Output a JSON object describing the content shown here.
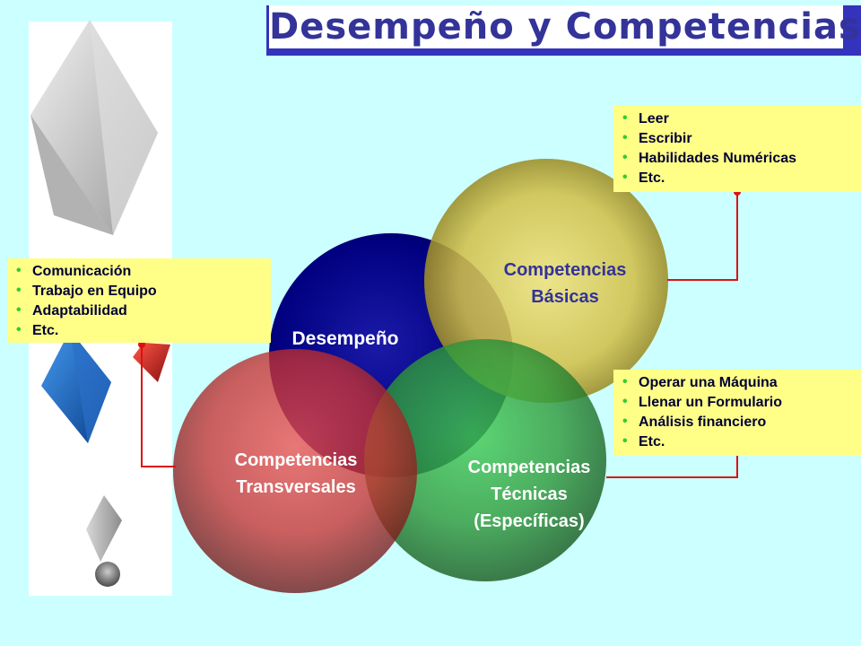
{
  "title": "Desempeño y Competencias",
  "circles": {
    "desempeno": "Desempeño",
    "basicas": [
      "Competencias",
      "Básicas"
    ],
    "tecnicas": [
      "Competencias",
      "Técnicas",
      "(Específicas)"
    ],
    "transversales": [
      "Competencias",
      "Transversales"
    ]
  },
  "callouts": {
    "basicas": [
      "Leer",
      "Escribir",
      "Habilidades Numéricas",
      "Etc."
    ],
    "tecnicas": [
      "Operar una Máquina",
      "Llenar un Formulario",
      "Análisis financiero",
      "Etc."
    ],
    "transversales": [
      "Comunicación",
      "Trabajo en Equipo",
      "Adaptabilidad",
      "Etc."
    ]
  },
  "colors": {
    "background": "#ccffff",
    "title_text": "#333399",
    "title_shadow": "#3333bb",
    "callout_fill": "#ffff88",
    "connector": "#dd1111",
    "circle_desempeno": "#000088",
    "circle_basicas": "#c8b83a",
    "circle_tecnicas": "#33aa44",
    "circle_transversales": "#cc3333"
  }
}
